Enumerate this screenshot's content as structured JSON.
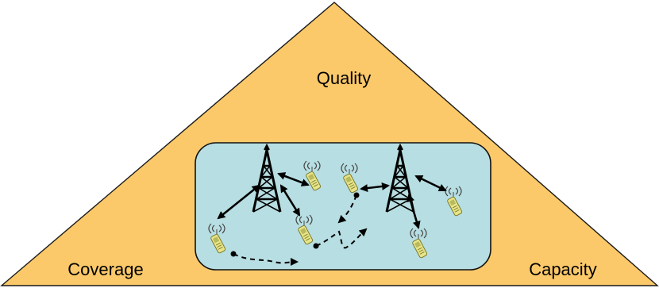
{
  "labels": {
    "top": "Quality",
    "bottom_left": "Coverage",
    "bottom_right": "Capacity"
  },
  "colors": {
    "triangle_fill": "#FBC96A",
    "triangle_stroke": "#1A1A1A",
    "network_box_fill": "#B7DEE2",
    "network_box_stroke": "#111111",
    "arrow": "#000000",
    "phone_body": "#E8E489",
    "phone_outline": "#7A7A2A"
  },
  "icons": {
    "tower": "cell-tower-icon",
    "phone": "mobile-phone-icon"
  }
}
